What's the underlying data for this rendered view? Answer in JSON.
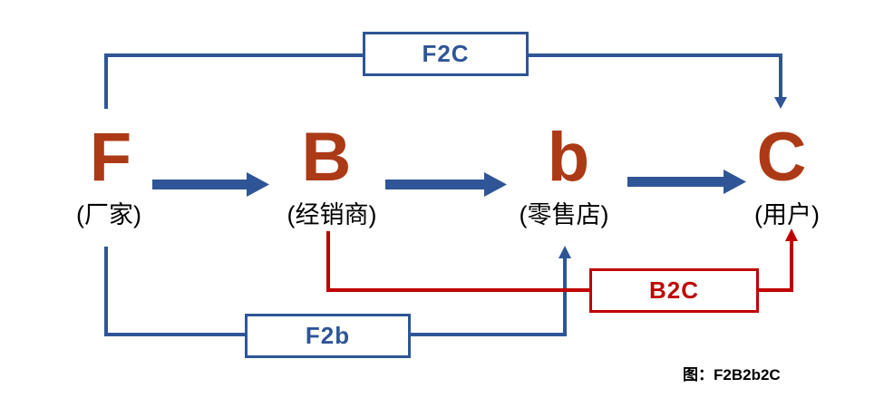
{
  "colors": {
    "blue": "#2F5597",
    "red": "#C00000",
    "brick": "#AC3A16",
    "ink": "#000000",
    "background": "#FFFFFF"
  },
  "nodes": [
    {
      "id": "F",
      "letter": "F",
      "label": "(厂家)"
    },
    {
      "id": "B",
      "letter": "B",
      "label": "(经销商)"
    },
    {
      "id": "b",
      "letter": "b",
      "label": "(零售店)"
    },
    {
      "id": "C",
      "letter": "C",
      "label": "(用户)"
    }
  ],
  "connectors": [
    {
      "label": "F2C",
      "from": "F",
      "to": "C",
      "color": "blue"
    },
    {
      "label": "F2b",
      "from": "F",
      "to": "b",
      "color": "blue"
    },
    {
      "label": "B2C",
      "from": "B",
      "to": "C",
      "color": "red"
    }
  ],
  "flow": [
    "F",
    "B",
    "b",
    "C"
  ],
  "caption": "图：F2B2b2C"
}
